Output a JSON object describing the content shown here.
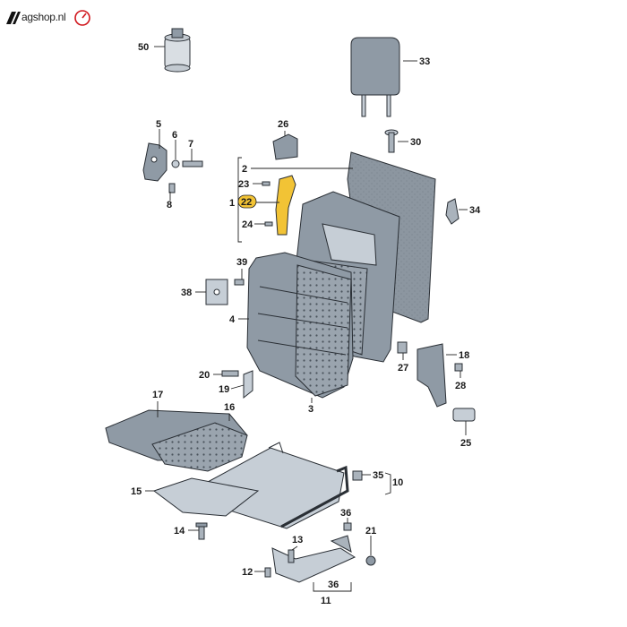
{
  "brand": {
    "text": "agshop.nl",
    "accent": "#d0161c"
  },
  "colors": {
    "part_fill": "#8f9aa5",
    "part_dark": "#5a646e",
    "part_light": "#c6ced6",
    "highlight": "#f2c335",
    "line": "#222222"
  },
  "icons": [
    "logo-mark-icon",
    "gauge-icon"
  ],
  "callouts": [
    {
      "id": "c50",
      "label": "50"
    },
    {
      "id": "c33",
      "label": "33"
    },
    {
      "id": "c5",
      "label": "5"
    },
    {
      "id": "c6",
      "label": "6"
    },
    {
      "id": "c7",
      "label": "7"
    },
    {
      "id": "c8",
      "label": "8"
    },
    {
      "id": "c26",
      "label": "26"
    },
    {
      "id": "c30",
      "label": "30"
    },
    {
      "id": "c2",
      "label": "2"
    },
    {
      "id": "c23",
      "label": "23"
    },
    {
      "id": "c1",
      "label": "1"
    },
    {
      "id": "c22",
      "label": "22"
    },
    {
      "id": "c24",
      "label": "24"
    },
    {
      "id": "c34",
      "label": "34"
    },
    {
      "id": "c39",
      "label": "39"
    },
    {
      "id": "c38",
      "label": "38"
    },
    {
      "id": "c4",
      "label": "4"
    },
    {
      "id": "c18",
      "label": "18"
    },
    {
      "id": "c27",
      "label": "27"
    },
    {
      "id": "c28",
      "label": "28"
    },
    {
      "id": "c20",
      "label": "20"
    },
    {
      "id": "c19",
      "label": "19"
    },
    {
      "id": "c3",
      "label": "3"
    },
    {
      "id": "c17",
      "label": "17"
    },
    {
      "id": "c16",
      "label": "16"
    },
    {
      "id": "c25",
      "label": "25"
    },
    {
      "id": "c35",
      "label": "35"
    },
    {
      "id": "c10",
      "label": "10"
    },
    {
      "id": "c15",
      "label": "15"
    },
    {
      "id": "c14",
      "label": "14"
    },
    {
      "id": "c36a",
      "label": "36"
    },
    {
      "id": "c21",
      "label": "21"
    },
    {
      "id": "c13",
      "label": "13"
    },
    {
      "id": "c12",
      "label": "12"
    },
    {
      "id": "c36b",
      "label": "36"
    },
    {
      "id": "c11",
      "label": "11"
    }
  ]
}
